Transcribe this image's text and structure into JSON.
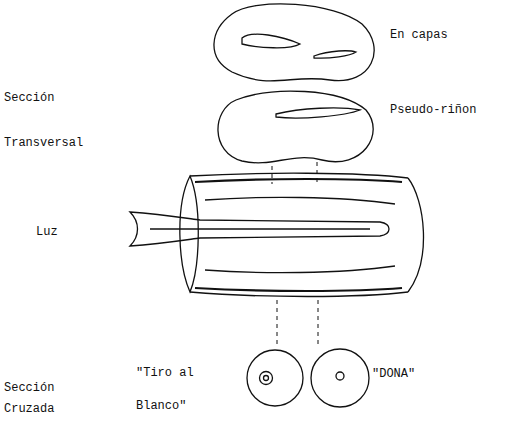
{
  "diagram": {
    "labels": [
      "En capas",
      "Sección",
      "Transversal",
      "Pseudo-riñon",
      "Luz",
      "\"Tiro al Blanco\"",
      "\"DONA\"",
      "Sección",
      "Cruzada"
    ]
  }
}
